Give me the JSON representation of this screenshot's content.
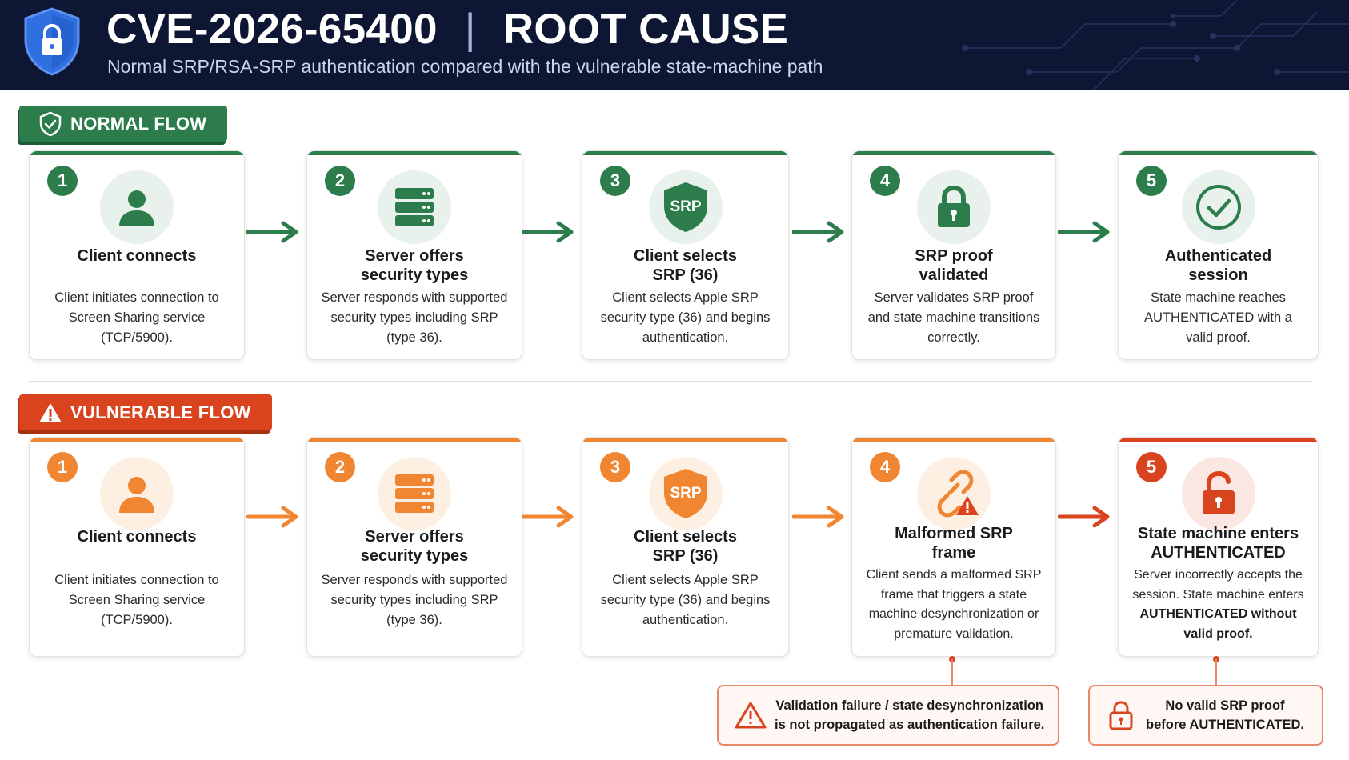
{
  "header": {
    "cve_id": "CVE-2026-65400",
    "separator": "|",
    "heading": "ROOT CAUSE",
    "subtitle": "Normal SRP/RSA-SRP authentication compared with the vulnerable state-machine path"
  },
  "normal_flow": {
    "label": "NORMAL FLOW",
    "steps": [
      {
        "number": "1",
        "icon": "user-icon",
        "title": "Client connects",
        "description": "Client initiates connection to Screen Sharing service (TCP/5900)."
      },
      {
        "number": "2",
        "icon": "server-icon",
        "title_line1": "Server offers",
        "title_line2": "security types",
        "description": "Server responds with supported security types including SRP (type 36)."
      },
      {
        "number": "3",
        "icon": "srp-shield-icon",
        "icon_text": "SRP",
        "title_line1": "Client selects",
        "title_line2": "SRP (36)",
        "description": "Client selects Apple SRP security type (36) and begins authentication."
      },
      {
        "number": "4",
        "icon": "lock-icon",
        "title_line1": "SRP proof",
        "title_line2": "validated",
        "description": "Server validates SRP proof and state machine transitions correctly."
      },
      {
        "number": "5",
        "icon": "check-circle-icon",
        "title_line1": "Authenticated",
        "title_line2": "session",
        "description": "State machine reaches AUTHENTICATED with a valid proof."
      }
    ]
  },
  "vulnerable_flow": {
    "label": "VULNERABLE FLOW",
    "steps": [
      {
        "number": "1",
        "icon": "user-icon",
        "title": "Client connects",
        "description": "Client initiates connection to Screen Sharing service (TCP/5900)."
      },
      {
        "number": "2",
        "icon": "server-icon",
        "title_line1": "Server offers",
        "title_line2": "security types",
        "description": "Server responds with supported security types including SRP (type 36)."
      },
      {
        "number": "3",
        "icon": "srp-shield-icon",
        "icon_text": "SRP",
        "title_line1": "Client selects",
        "title_line2": "SRP (36)",
        "description": "Client selects Apple SRP security type (36) and begins authentication."
      },
      {
        "number": "4",
        "icon": "broken-link-warning-icon",
        "title_line1": "Malformed SRP",
        "title_line2": "frame",
        "description": "Client sends a malformed SRP frame that triggers a state machine desynchronization or premature validation."
      },
      {
        "number": "5",
        "icon": "unlocked-lock-icon",
        "title_line1": "State machine enters",
        "title_line2": "AUTHENTICATED",
        "description_plain": "Server incorrectly accepts the session. State machine enters",
        "description_bold": "AUTHENTICATED without valid proof."
      }
    ]
  },
  "callouts": [
    {
      "icon": "warning-icon",
      "line1": "Validation failure / state desynchronization",
      "line2": "is not propagated as authentication failure."
    },
    {
      "icon": "lock-icon",
      "line1": "No valid SRP proof",
      "line2": "before AUTHENTICATED."
    }
  ],
  "colors": {
    "header_bg": "#0d1633",
    "normal_green": "#2d7d4c",
    "vuln_orange": "#f08532",
    "vuln_red": "#d9441f",
    "shield_blue": "#2f6fe0"
  }
}
